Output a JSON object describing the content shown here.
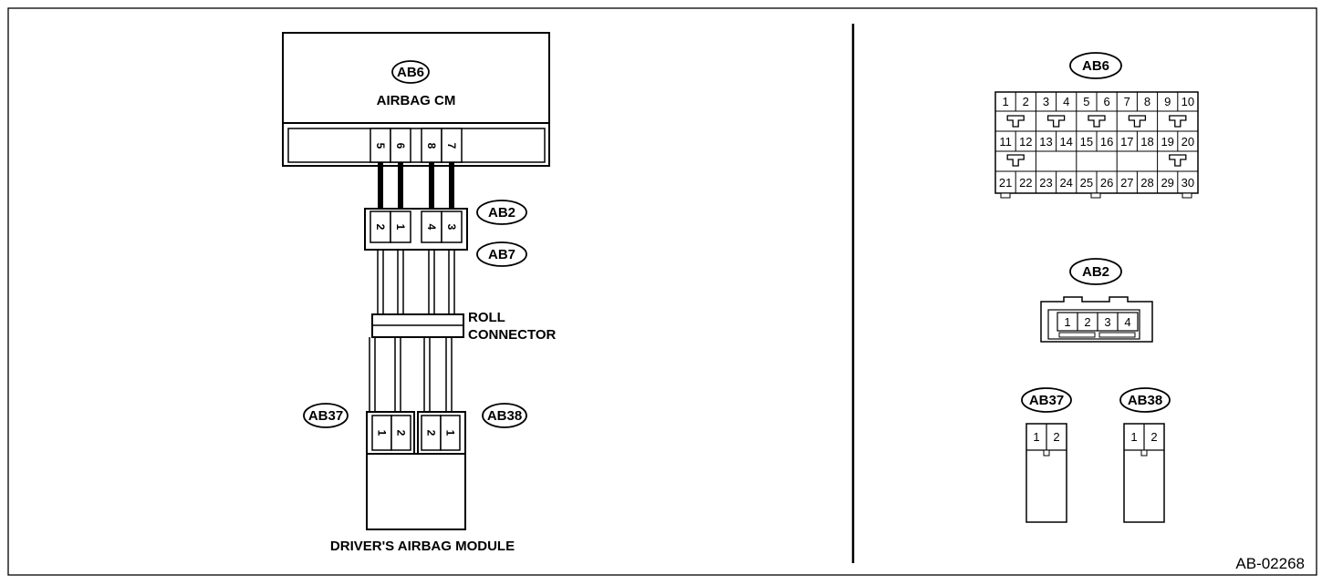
{
  "figure_id": "AB-02268",
  "wiring": {
    "airbag_cm": {
      "connector": "AB6",
      "name": "AIRBAG CM",
      "terminals": [
        "5",
        "6",
        "8",
        "7"
      ]
    },
    "intermediate_connectors": [
      "AB2",
      "AB7"
    ],
    "intermediate_pins": [
      "2",
      "1",
      "4",
      "3"
    ],
    "roll_connector": {
      "line1": "ROLL",
      "line2": "CONNECTOR"
    },
    "left_module_connector": {
      "id": "AB37",
      "pins": [
        "1",
        "2"
      ]
    },
    "right_module_connector": {
      "id": "AB38",
      "pins": [
        "2",
        "1"
      ]
    },
    "module_name": "DRIVER'S AIRBAG MODULE"
  },
  "faces": {
    "ab6": {
      "id": "AB6",
      "row1": [
        "1",
        "2",
        "3",
        "4",
        "5",
        "6",
        "7",
        "8",
        "9",
        "10"
      ],
      "row2": [
        "11",
        "12",
        "13",
        "14",
        "15",
        "16",
        "17",
        "18",
        "19",
        "20"
      ],
      "row3": [
        "21",
        "22",
        "23",
        "24",
        "25",
        "26",
        "27",
        "28",
        "29",
        "30"
      ]
    },
    "ab2": {
      "id": "AB2",
      "pins": [
        "1",
        "2",
        "3",
        "4"
      ]
    },
    "ab37": {
      "id": "AB37",
      "pins": [
        "1",
        "2"
      ]
    },
    "ab38": {
      "id": "AB38",
      "pins": [
        "1",
        "2"
      ]
    }
  }
}
